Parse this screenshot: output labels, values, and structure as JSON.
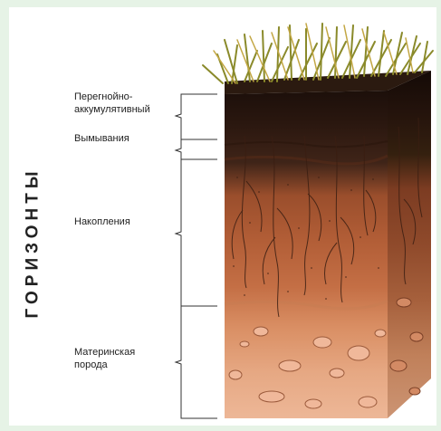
{
  "title": "ГОРИЗОНТЫ",
  "horizons": [
    {
      "id": "humus",
      "lines": [
        "Перегнойно-",
        "аккумулятивный"
      ],
      "color": "#3a1f14"
    },
    {
      "id": "eluvial",
      "lines": [
        "Вымывания"
      ],
      "color": "#5b3422"
    },
    {
      "id": "illuvial",
      "lines": [
        "Накопления"
      ],
      "color": "#b5643d"
    },
    {
      "id": "parent",
      "lines": [
        "Материнская",
        "порода"
      ],
      "color": "#e4a582"
    }
  ]
}
